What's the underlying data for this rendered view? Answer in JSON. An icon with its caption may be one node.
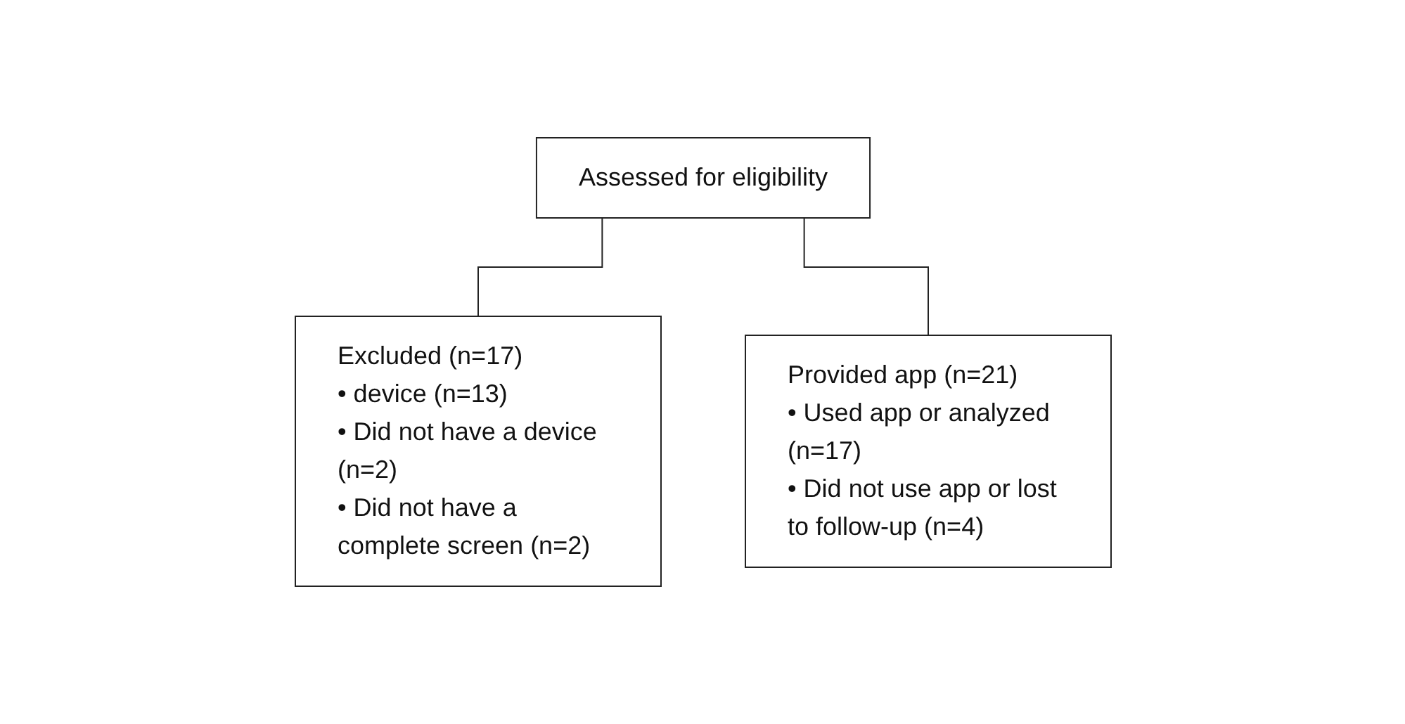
{
  "diagram": {
    "nodes": [
      {
        "text": [
          "Assessed for eligibility"
        ]
      },
      {
        "text": [
          "Excluded (n=17)",
          "• device (n=13)",
          "• Did not have a device (n=2)",
          "• Did not have a complete screen (n=2)"
        ]
      },
      {
        "text": [
          "Provided app (n=21)",
          "• Used app or analyzed (n=17)",
          "• Did not use app or lost to follow-up (n=4)"
        ]
      }
    ],
    "edges": [
      {
        "from": 0,
        "to": 1,
        "arrow": "none"
      },
      {
        "from": 0,
        "to": 2,
        "arrow": "none"
      }
    ]
  }
}
